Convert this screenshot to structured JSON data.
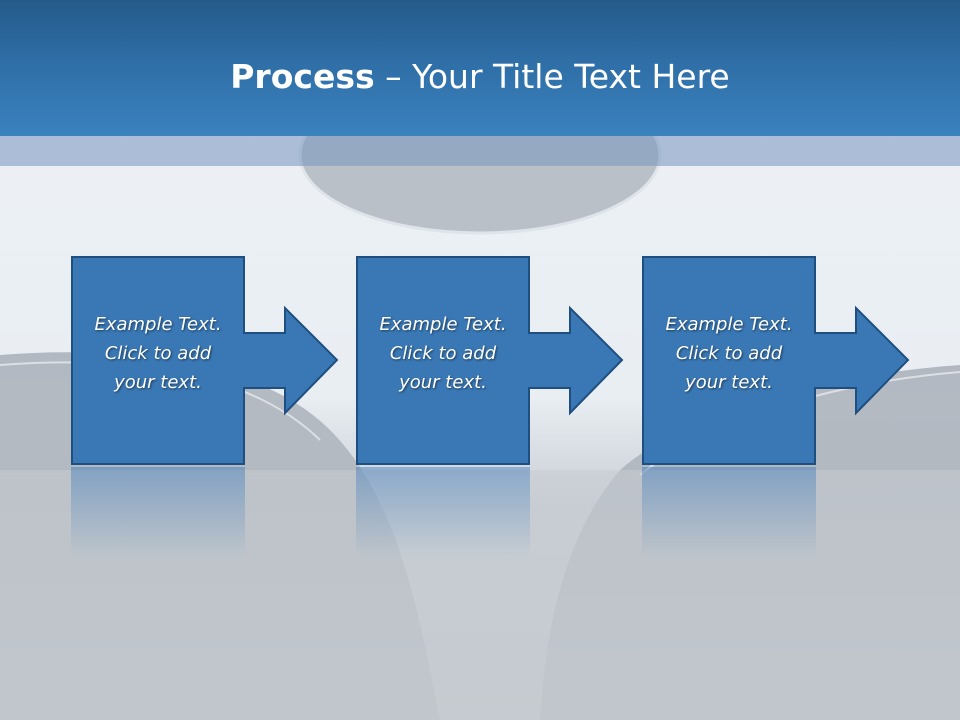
{
  "slide": {
    "title_bold": "Process",
    "title_rest": " – Your Title Text Here"
  },
  "steps": [
    {
      "line1": "Example Text.",
      "line2": "Click  to add",
      "line3": "your text."
    },
    {
      "line1": "Example Text.",
      "line2": "Click  to add",
      "line3": "your text."
    },
    {
      "line1": "Example Text.",
      "line2": "Click  to add",
      "line3": "your text."
    }
  ],
  "colors": {
    "header": "#2f6ea6",
    "box_fill": "#3a78b5",
    "box_stroke": "#1f4f7e",
    "text": "#ffffff"
  },
  "icons": [
    "right-arrow-icon"
  ]
}
